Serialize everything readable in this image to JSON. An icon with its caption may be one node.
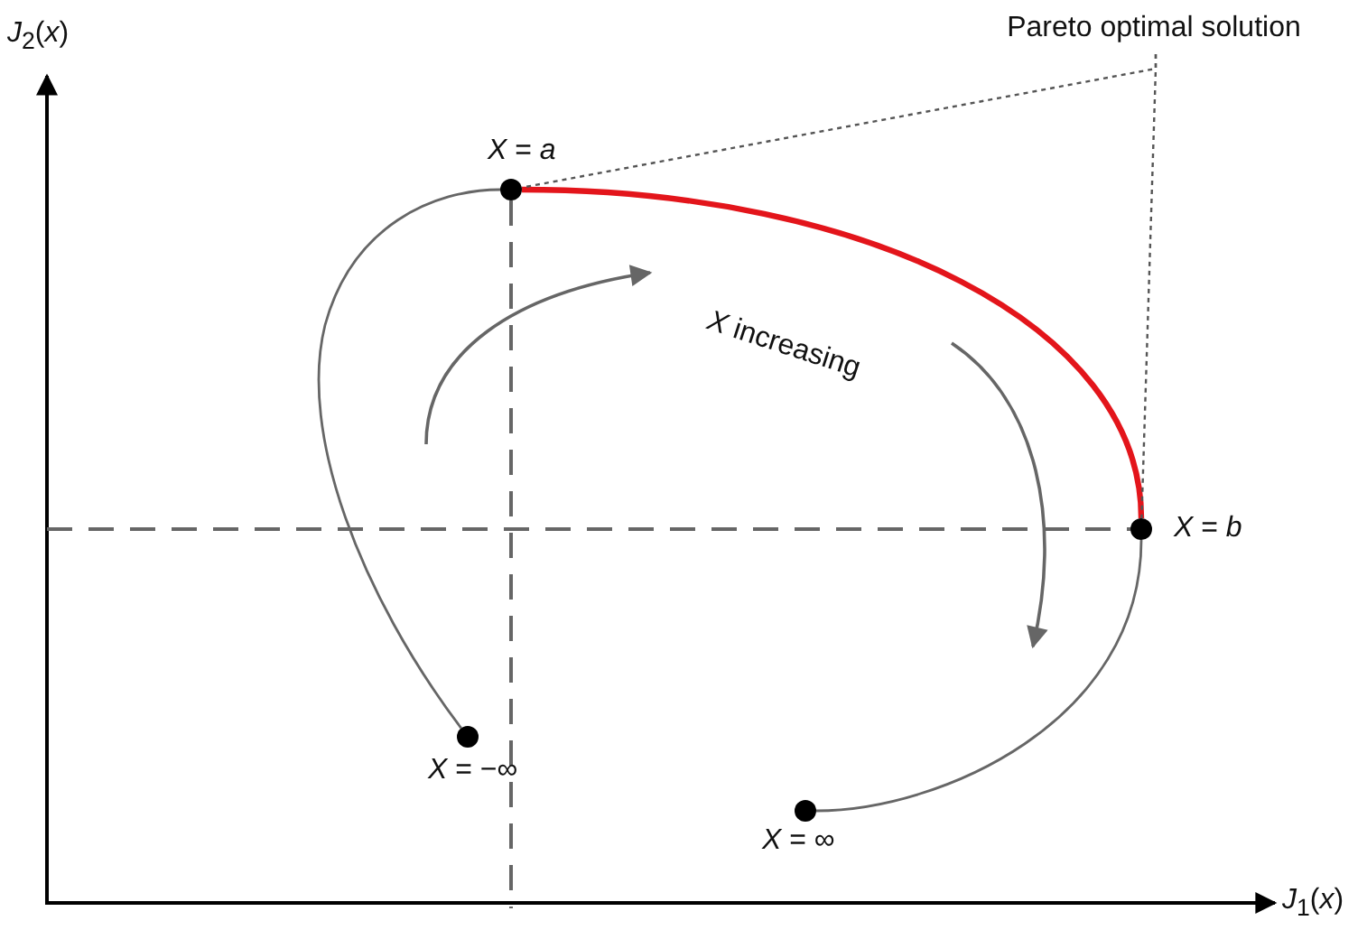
{
  "diagram": {
    "nodes": [
      {
        "text": [
          "Pareto optimal solution"
        ]
      },
      {
        "text": [],
        "shape": "circle",
        "beside": [
          "*X* = *a*"
        ]
      },
      {
        "text": [],
        "shape": "circle",
        "beside": [
          "*X* = *b*"
        ]
      },
      {
        "text": [],
        "shape": "circle",
        "beside": [
          "*X* = −∞"
        ]
      },
      {
        "text": [],
        "shape": "circle",
        "beside": [
          "*X* = ∞"
        ]
      }
    ],
    "edges": [
      {
        "from": 3,
        "to": 1,
        "arrow": "none"
      },
      {
        "from": 1,
        "to": 2,
        "arrow": "none",
        "style": "thick",
        "color": "#e3151b"
      },
      {
        "from": 2,
        "to": 4,
        "arrow": "none"
      },
      {
        "from": 0,
        "to": 1,
        "arrow": "none",
        "style": "dashed"
      },
      {
        "from": 0,
        "to": 2,
        "arrow": "none",
        "style": "dashed"
      }
    ],
    "labels": [
      "*J*$_{2}$(*x*)",
      "*X* increasing",
      "*J*$_{1}$(*x*)"
    ]
  }
}
